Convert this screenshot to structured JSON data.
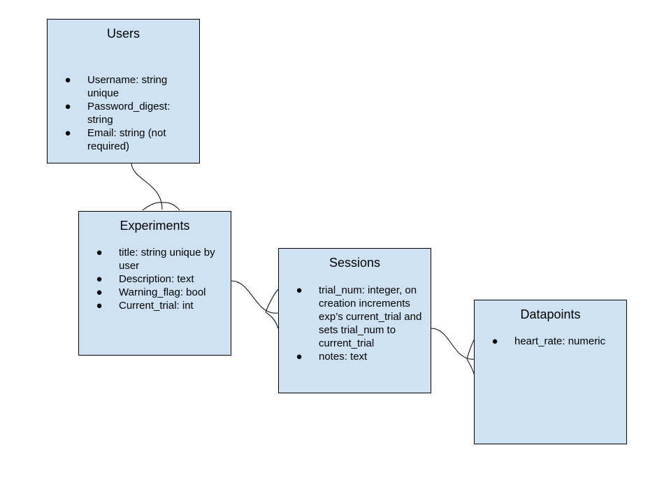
{
  "colors": {
    "entity_fill": "#cfe2f3",
    "border": "#000000",
    "line": "#000000"
  },
  "entities": {
    "users": {
      "title": "Users",
      "attributes": [
        "Username: string unique",
        "Password_digest: string",
        "Email: string (not required)"
      ]
    },
    "experiments": {
      "title": "Experiments",
      "attributes": [
        "title: string unique by user",
        "Description: text",
        "Warning_flag: bool",
        "Current_trial: int"
      ]
    },
    "sessions": {
      "title": "Sessions",
      "attributes": [
        "trial_num: integer, on creation increments exp’s current_trial and sets trial_num to current_trial",
        "notes: text"
      ]
    },
    "datapoints": {
      "title": "Datapoints",
      "attributes": [
        "heart_rate: numeric"
      ]
    }
  },
  "relationships": [
    {
      "from": "Users",
      "to": "Experiments",
      "type": "one-to-many"
    },
    {
      "from": "Experiments",
      "to": "Sessions",
      "type": "one-to-many"
    },
    {
      "from": "Sessions",
      "to": "Datapoints",
      "type": "one-to-many"
    }
  ]
}
